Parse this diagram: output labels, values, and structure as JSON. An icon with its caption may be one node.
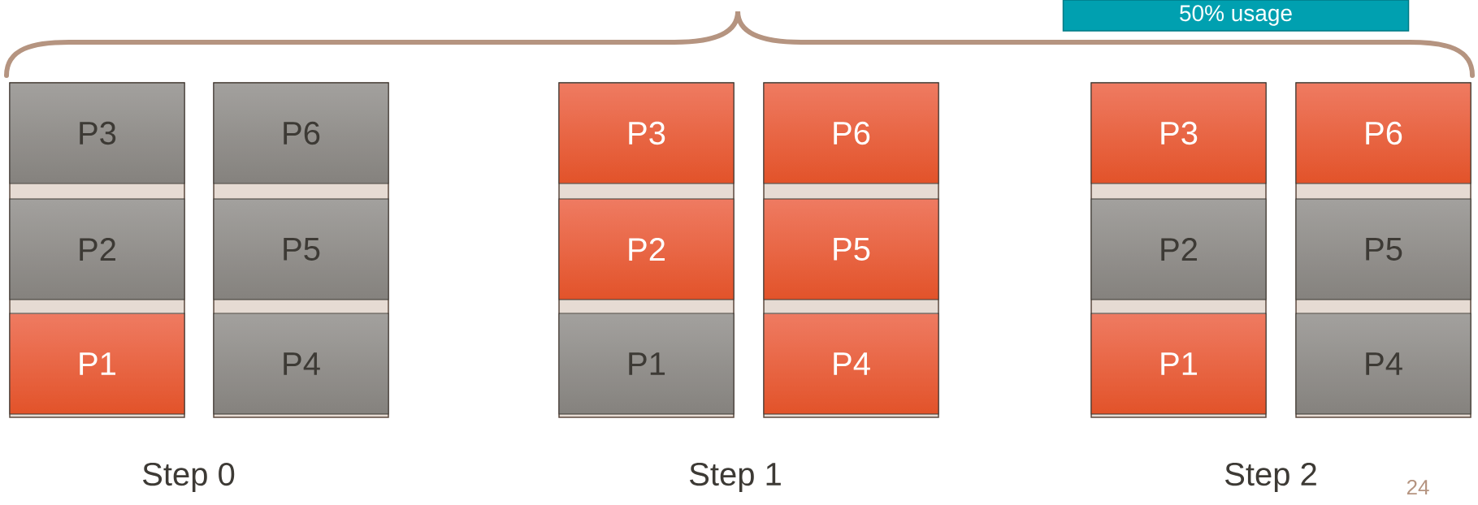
{
  "diagram": {
    "nodes": [
      {
        "text": [
          "50% usage"
        ]
      },
      {
        "text": [
          "P3"
        ]
      },
      {
        "text": [
          "P2"
        ]
      },
      {
        "text": [
          "P1"
        ]
      },
      {
        "text": [
          "P6"
        ]
      },
      {
        "text": [
          "P5"
        ]
      },
      {
        "text": [
          "P4"
        ]
      },
      {
        "text": [
          "P3"
        ]
      },
      {
        "text": [
          "P2"
        ]
      },
      {
        "text": [
          "P1"
        ]
      },
      {
        "text": [
          "P6"
        ]
      },
      {
        "text": [
          "P5"
        ]
      },
      {
        "text": [
          "P4"
        ]
      },
      {
        "text": [
          "P3"
        ]
      },
      {
        "text": [
          "P2"
        ]
      },
      {
        "text": [
          "P1"
        ]
      },
      {
        "text": [
          "P6"
        ]
      },
      {
        "text": [
          "P5"
        ]
      },
      {
        "text": [
          "P4"
        ]
      }
    ],
    "labels": [
      "Step 0",
      "Step 1",
      "Step 2",
      "24"
    ]
  }
}
